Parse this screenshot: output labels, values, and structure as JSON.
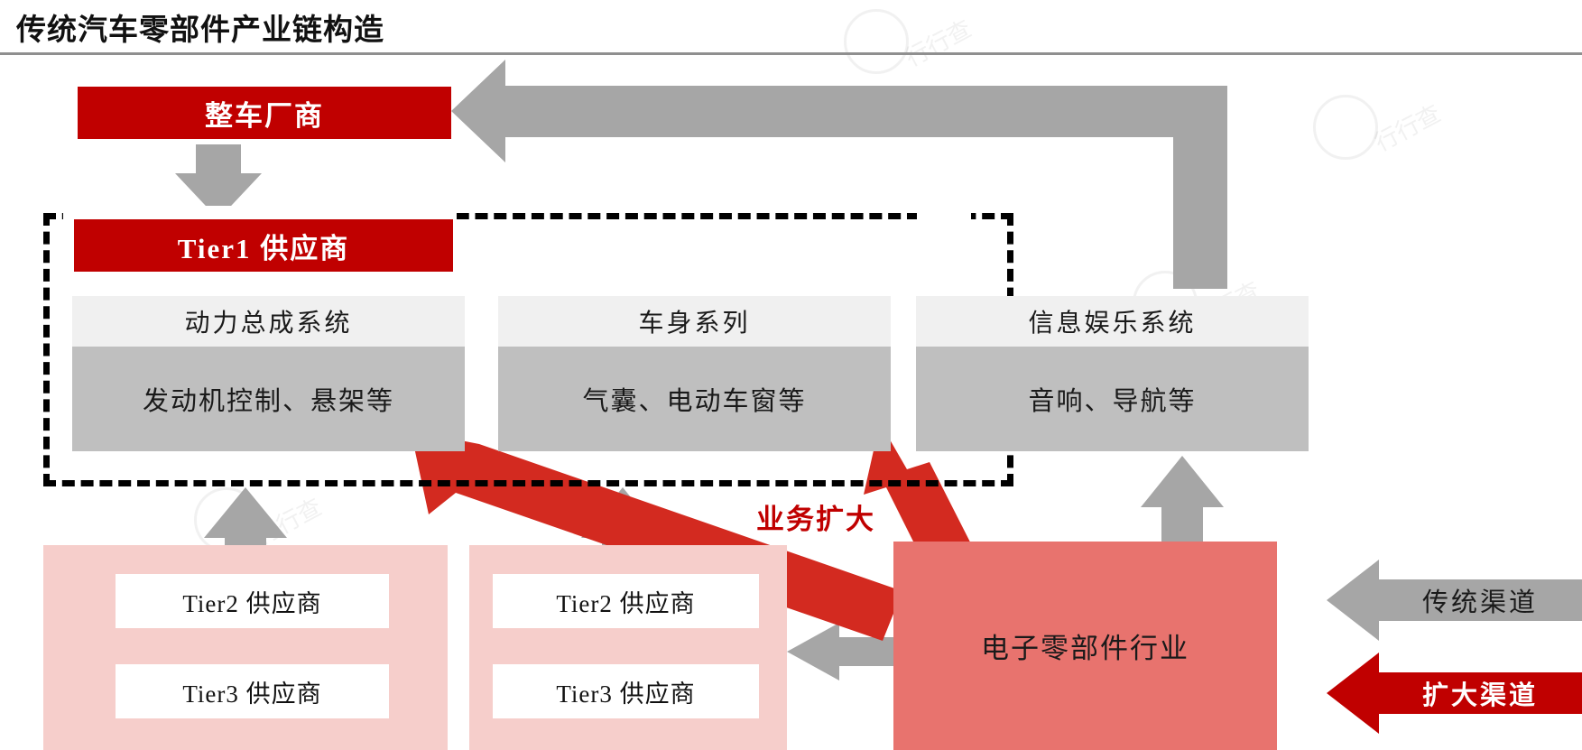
{
  "header": {
    "title": "传统汽车零部件产业链构造"
  },
  "nodes": {
    "oem": "整车厂商",
    "tier1": "Tier1 供应商",
    "systems": [
      {
        "head": "动力总成系统",
        "body": "发动机控制、悬架等"
      },
      {
        "head": "车身系列",
        "body": "气囊、电动车窗等"
      },
      {
        "head": "信息娱乐系统",
        "body": "音响、导航等"
      }
    ],
    "supplier_groups": [
      {
        "tier2": "Tier2 供应商",
        "tier3": "Tier3 供应商"
      },
      {
        "tier2": "Tier2 供应商",
        "tier3": "Tier3 供应商"
      }
    ],
    "electronics": "电子零部件行业"
  },
  "annotations": {
    "business_expansion": "业务扩大"
  },
  "channels": [
    {
      "label": "传统渠道",
      "kind": "traditional"
    },
    {
      "label": "扩大渠道",
      "kind": "expanded"
    }
  ],
  "colors": {
    "brand_red": "#c00000",
    "accent_red": "#d32a20",
    "salmon": "#e8736e",
    "pink_panel": "#f6cecb",
    "grey_arrow": "#a6a6a6",
    "sys_head_grey": "#f0f0f0",
    "sys_body_grey": "#bfbfbf",
    "rule_grey": "#8f8f8f"
  },
  "watermark": {
    "text": "行行查"
  }
}
